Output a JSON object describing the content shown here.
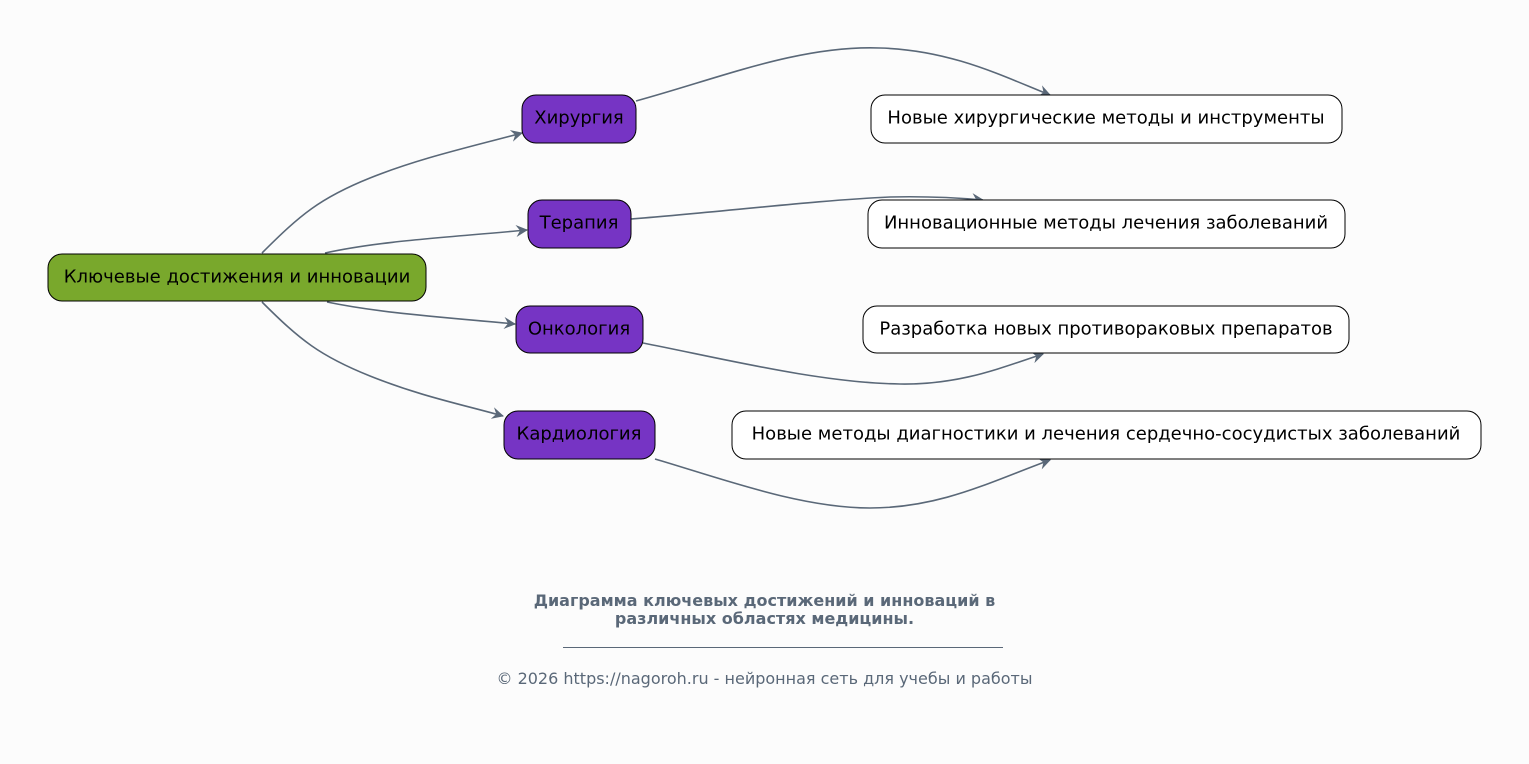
{
  "diagram": {
    "colors": {
      "root_fill": "#79a82c",
      "category_fill": "#7634c4",
      "leaf_fill": "#ffffff",
      "edge": "#5a6878",
      "caption": "#5a6878"
    },
    "root": {
      "id": "root",
      "label": "Ключевые достижения и инновации"
    },
    "categories": [
      {
        "id": "surgery",
        "label": "Хирургия"
      },
      {
        "id": "therapy",
        "label": "Терапия"
      },
      {
        "id": "oncology",
        "label": "Онкология"
      },
      {
        "id": "cardiology",
        "label": "Кардиология"
      }
    ],
    "leaves": [
      {
        "id": "surgery-leaf",
        "label": "Новые хирургические методы и инструменты"
      },
      {
        "id": "therapy-leaf",
        "label": "Инновационные методы лечения заболеваний"
      },
      {
        "id": "oncology-leaf",
        "label": "Разработка новых противораковых препаратов"
      },
      {
        "id": "cardiology-leaf",
        "label": "Новые методы диагностики и лечения сердечно-сосудистых заболеваний"
      }
    ],
    "edges": [
      {
        "from": "root",
        "to": "surgery"
      },
      {
        "from": "root",
        "to": "therapy"
      },
      {
        "from": "root",
        "to": "oncology"
      },
      {
        "from": "root",
        "to": "cardiology"
      },
      {
        "from": "surgery",
        "to": "surgery-leaf"
      },
      {
        "from": "therapy",
        "to": "therapy-leaf"
      },
      {
        "from": "oncology",
        "to": "oncology-leaf"
      },
      {
        "from": "cardiology",
        "to": "cardiology-leaf"
      }
    ]
  },
  "caption": {
    "line1": "Диаграмма ключевых достижений и инноваций в",
    "line2": "различных областях медицины.",
    "footer": "© 2026 https://nagoroh.ru - нейронная сеть для учебы и работы"
  }
}
